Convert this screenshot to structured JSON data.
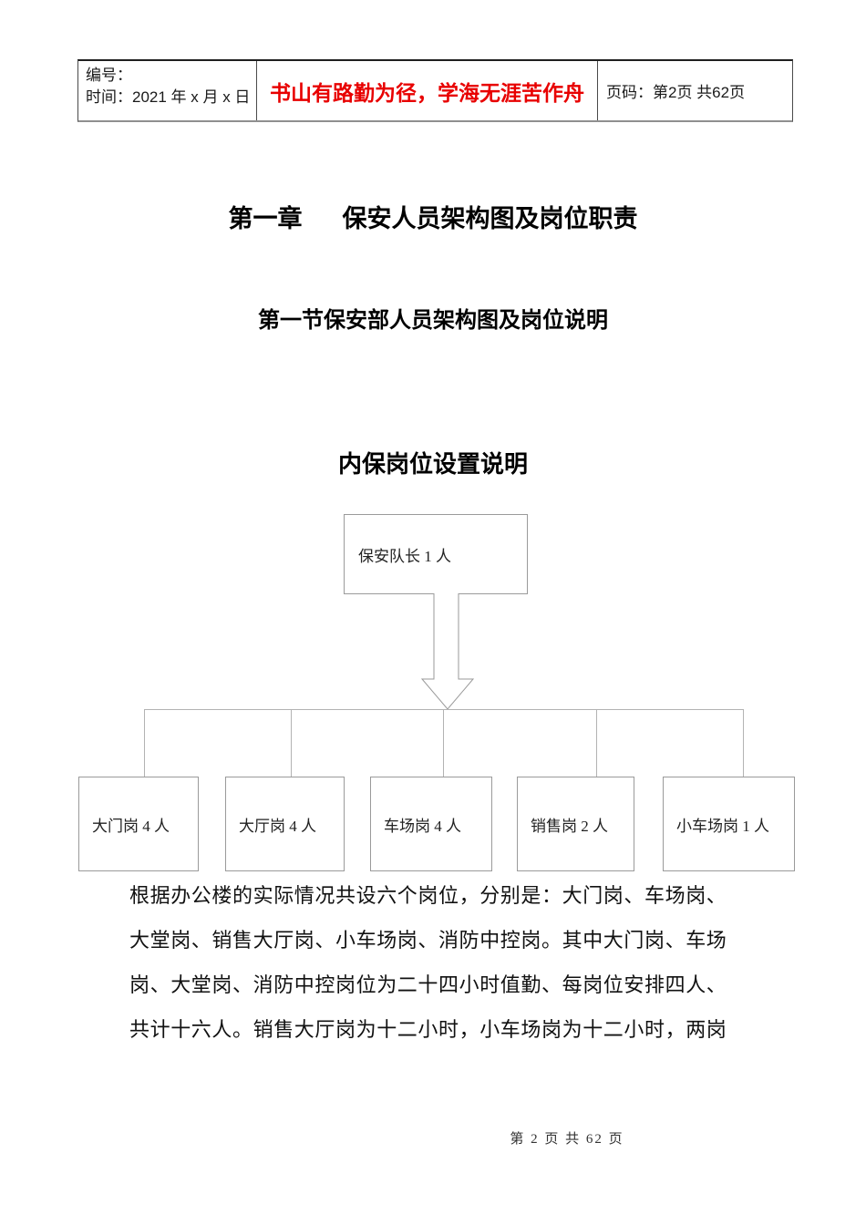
{
  "header_table": {
    "number_label": "编号：",
    "time_label": "时间：2021 年 x 月 x 日",
    "slogan": "书山有路勤为径，学海无涯苦作舟",
    "slogan_color": "#e80000",
    "page_info": "页码：第2页 共62页"
  },
  "headings": {
    "chapter_no": "第一章",
    "chapter_title": "保安人员架构图及岗位职责",
    "section_title": "第一节保安部人员架构图及岗位说明",
    "diagram_title": "内保岗位设置说明"
  },
  "org_chart": {
    "root_label": "保安队长 1 人",
    "children": [
      "大门岗 4 人",
      "大厅岗 4 人",
      "车场岗 4 人",
      "销售岗 2 人",
      "小车场岗 1 人"
    ]
  },
  "paragraph": {
    "lines": [
      "根据办公楼的实际情况共设六个岗位，分别是：大门岗、车场岗、",
      "大堂岗、销售大厅岗、小车场岗、消防中控岗。其中大门岗、车场",
      "岗、大堂岗、消防中控岗位为二十四小时值勤、每岗位安排四人、",
      "共计十六人。销售大厅岗为十二小时，小车场岗为十二小时，两岗"
    ]
  },
  "footer": {
    "page_indicator": "第 2 页 共 62 页"
  }
}
